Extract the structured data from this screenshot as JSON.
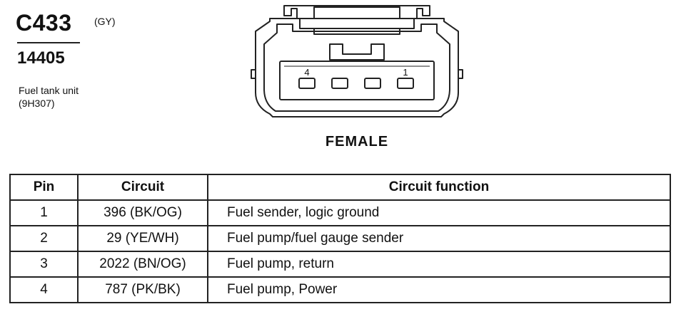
{
  "connector": {
    "id": "C433",
    "color_code": "(GY)",
    "part_number": "14405",
    "description_line1": "Fuel tank unit",
    "description_line2": "(9H307)",
    "gender_label": "FEMALE",
    "pin_label_left": "4",
    "pin_label_right": "1"
  },
  "table": {
    "headers": [
      "Pin",
      "Circuit",
      "Circuit function"
    ],
    "rows": [
      {
        "pin": "1",
        "circuit": "396 (BK/OG)",
        "function": "Fuel sender, logic ground"
      },
      {
        "pin": "2",
        "circuit": "29 (YE/WH)",
        "function": "Fuel pump/fuel gauge sender"
      },
      {
        "pin": "3",
        "circuit": "2022 (BN/OG)",
        "function": "Fuel pump, return"
      },
      {
        "pin": "4",
        "circuit": "787 (PK/BK)",
        "function": "Fuel pump, Power"
      }
    ]
  }
}
